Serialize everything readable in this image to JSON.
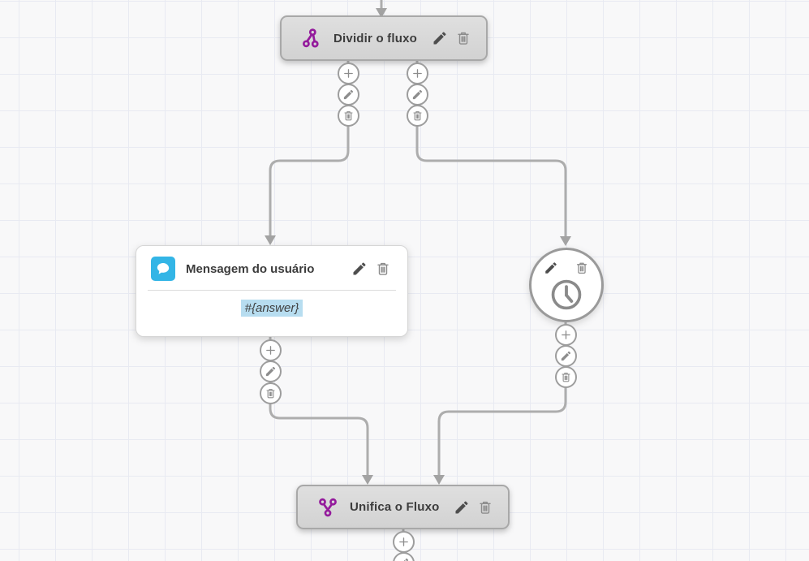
{
  "nodes": {
    "split": {
      "title": "Dividir o fluxo",
      "icon": "split-flow-icon"
    },
    "message": {
      "title": "Mensagem do usuário",
      "icon": "chat-bubble-icon",
      "variable": "#{answer}"
    },
    "delay": {
      "icon": "clock-icon"
    },
    "merge": {
      "title": "Unifica o Fluxo",
      "icon": "merge-flow-icon"
    }
  },
  "action_icons": {
    "add": "plus-icon",
    "edit": "pencil-icon",
    "delete": "trash-icon"
  },
  "colors": {
    "accent_purple": "#941b9c",
    "accent_blue": "#33b5e6",
    "variable_highlight": "#b7ddf0",
    "connector": "#adadad",
    "node_fill": "#d8d8d8",
    "canvas_bg": "#f8f8f9",
    "grid_line": "#e8eaf2"
  }
}
